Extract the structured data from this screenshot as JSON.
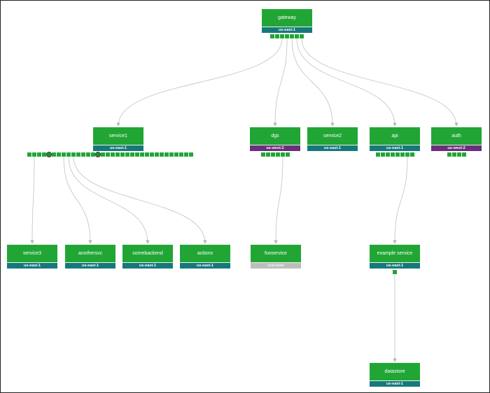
{
  "colors": {
    "node": "#21a635",
    "region_us_east_1": "#17787b",
    "region_us_west_2": "#6b2f7d",
    "region_unknown": "#bdbdbd",
    "edge": "#c8c8c8"
  },
  "nodes": [
    {
      "id": "gateway",
      "label": "gateway",
      "region": "us-east-1",
      "ports": 7
    },
    {
      "id": "service1",
      "label": "service1",
      "region": "us-east-1",
      "ports": 34
    },
    {
      "id": "dgs",
      "label": "dgs",
      "region": "us-west-2",
      "ports": 6
    },
    {
      "id": "service2",
      "label": "service2",
      "region": "us-east-1",
      "ports": 0
    },
    {
      "id": "api",
      "label": "api",
      "region": "us-east-1",
      "ports": 8
    },
    {
      "id": "auth",
      "label": "auth",
      "region": "us-west-2",
      "ports": 4
    },
    {
      "id": "service3",
      "label": "service3",
      "region": "us-east-1",
      "ports": 0
    },
    {
      "id": "anothersvc",
      "label": "anothersvc",
      "region": "us-east-1",
      "ports": 0
    },
    {
      "id": "somebackend",
      "label": "somebackend",
      "region": "us-east-1",
      "ports": 0
    },
    {
      "id": "actions",
      "label": "actions",
      "region": "us-east-1",
      "ports": 0
    },
    {
      "id": "fooservice",
      "label": "fooservice",
      "region": "unknown",
      "ports": 0
    },
    {
      "id": "example_service",
      "label": "example service",
      "region": "us-east-1",
      "ports": 1
    },
    {
      "id": "datastore",
      "label": "datastore",
      "region": "us-east-1",
      "ports": 0
    }
  ],
  "edges": [
    {
      "from": "gateway",
      "to": "service1"
    },
    {
      "from": "gateway",
      "to": "dgs"
    },
    {
      "from": "gateway",
      "to": "service2"
    },
    {
      "from": "gateway",
      "to": "api"
    },
    {
      "from": "gateway",
      "to": "auth"
    },
    {
      "from": "service1",
      "to": "service3"
    },
    {
      "from": "service1",
      "to": "anothersvc"
    },
    {
      "from": "service1",
      "to": "somebackend"
    },
    {
      "from": "service1",
      "to": "actions"
    },
    {
      "from": "dgs",
      "to": "fooservice"
    },
    {
      "from": "api",
      "to": "example_service"
    },
    {
      "from": "example_service",
      "to": "datastore"
    }
  ]
}
